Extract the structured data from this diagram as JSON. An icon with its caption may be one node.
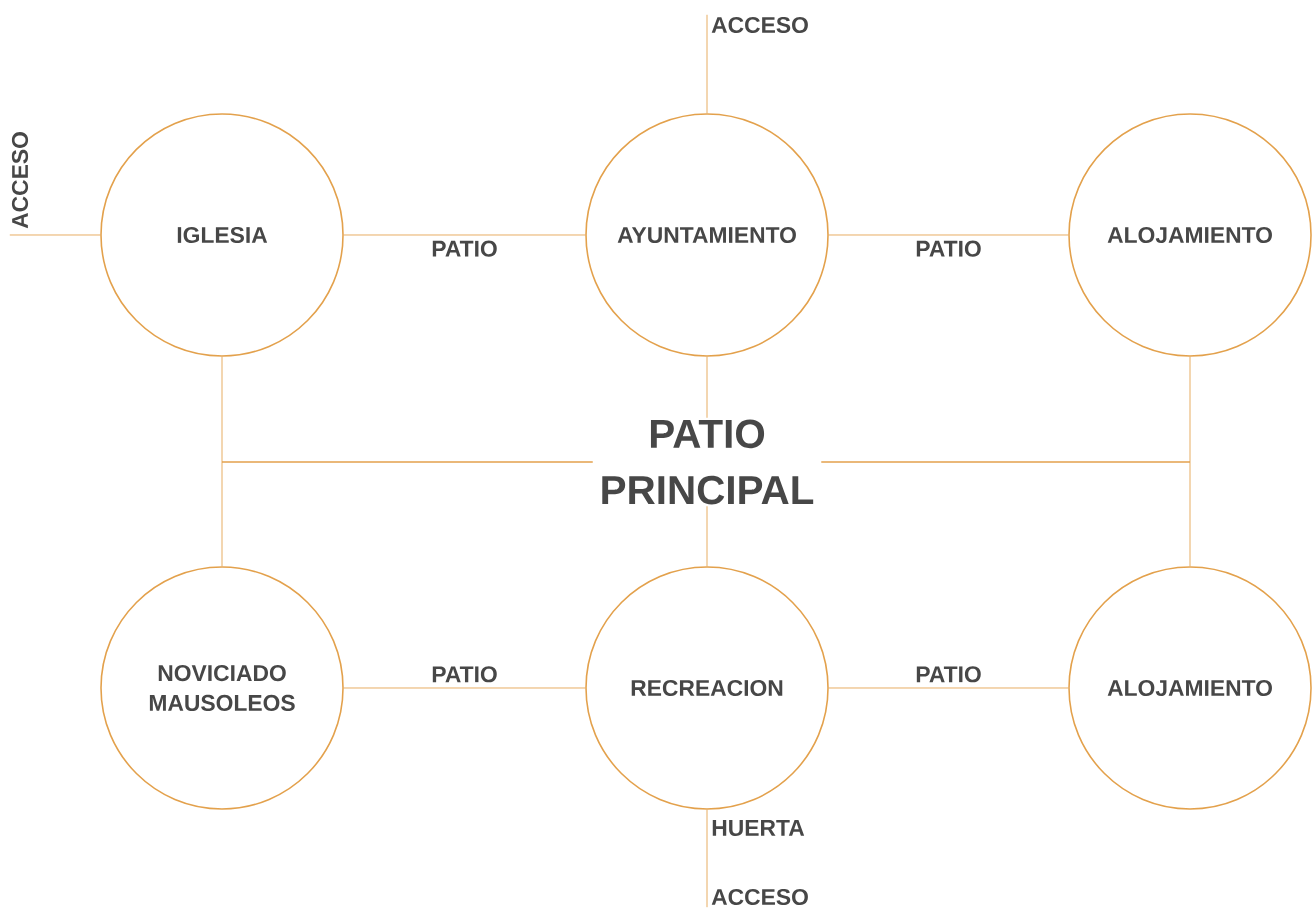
{
  "diagram": {
    "nodes": [
      {
        "text": [
          "IGLESIA"
        ]
      },
      {
        "text": [
          "AYUNTAMIENTO"
        ]
      },
      {
        "text": [
          "ALOJAMIENTO"
        ]
      },
      {
        "text": [
          "NOVICIADO MAUSOLEOS"
        ]
      },
      {
        "text": [
          "RECREACION"
        ]
      },
      {
        "text": [
          "ALOJAMIENTO"
        ]
      },
      {
        "text": [
          "ACCESO"
        ]
      },
      {
        "text": [
          "ACCESO"
        ]
      },
      {
        "text": [
          "ACCESO"
        ]
      }
    ],
    "edges": [
      {
        "from": 6,
        "to": 0,
        "arrow": "none"
      },
      {
        "from": 7,
        "to": 1,
        "arrow": "none"
      },
      {
        "from": 0,
        "to": 1,
        "arrow": "none",
        "label": "PATIO"
      },
      {
        "from": 1,
        "to": 2,
        "arrow": "none",
        "label": "PATIO"
      },
      {
        "from": 0,
        "to": 3,
        "arrow": "none"
      },
      {
        "from": 1,
        "to": 4,
        "arrow": "none"
      },
      {
        "from": 2,
        "to": 5,
        "arrow": "none"
      },
      {
        "from": 3,
        "to": 4,
        "arrow": "none",
        "label": "PATIO"
      },
      {
        "from": 4,
        "to": 5,
        "arrow": "none",
        "label": "PATIO"
      },
      {
        "from": 4,
        "to": 8,
        "arrow": "none"
      }
    ],
    "labels": [
      "PATIO PRINCIPAL",
      "HUERTA"
    ]
  }
}
